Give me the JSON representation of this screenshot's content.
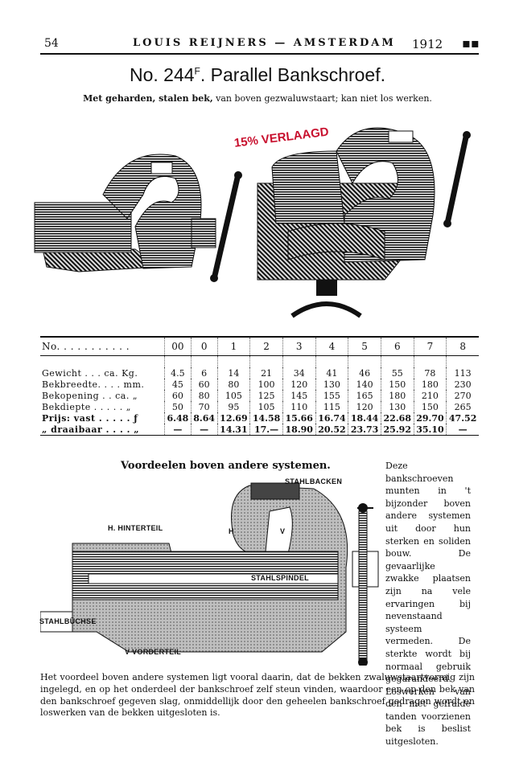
{
  "header": {
    "page_number": "54",
    "publisher": "LOUIS REIJNERS — AMSTERDAM",
    "year": "1912",
    "mark": "▪▪"
  },
  "product": {
    "number": "No. 244",
    "suffix": "F",
    "name": ". Parallel Bankschroef.",
    "subtitle_bold": "Met geharden, stalen bek,",
    "subtitle_rest": " van boven gezwaluwstaart; kan niet los werken."
  },
  "stamp": "15% VERLAAGD",
  "spec_table": {
    "header_label": "No. . . . . . . . . . .",
    "sizes": [
      "00",
      "0",
      "1",
      "2",
      "3",
      "4",
      "5",
      "6",
      "7",
      "8"
    ],
    "rows": [
      {
        "label": "Gewicht . . . ca. Kg.",
        "values": [
          "4.5",
          "6",
          "14",
          "21",
          "34",
          "41",
          "46",
          "55",
          "78",
          "113"
        ],
        "bold": false
      },
      {
        "label": "Bekbreedte. . . . mm.",
        "values": [
          "45",
          "60",
          "80",
          "100",
          "120",
          "130",
          "140",
          "150",
          "180",
          "230"
        ],
        "bold": false
      },
      {
        "label": "Bekopening . . ca. „",
        "values": [
          "60",
          "80",
          "105",
          "125",
          "145",
          "155",
          "165",
          "180",
          "210",
          "270"
        ],
        "bold": false
      },
      {
        "label": "Bekdiepte . . . . . „",
        "values": [
          "50",
          "70",
          "95",
          "105",
          "110",
          "115",
          "120",
          "130",
          "150",
          "265"
        ],
        "bold": false
      },
      {
        "label": "Prijs: vast . . . . . ƒ",
        "values": [
          "6.48",
          "8.64",
          "12.69",
          "14.58",
          "15.66",
          "16.74",
          "18.44",
          "22.68",
          "29.70",
          "47.52"
        ],
        "bold": true
      },
      {
        "label": "„ draaibaar . . . . „",
        "values": [
          "—",
          "—",
          "14.31",
          "17.—",
          "18.90",
          "20.52",
          "23.73",
          "25.92",
          "35.10",
          "—"
        ],
        "bold": true
      }
    ]
  },
  "advantages": {
    "title": "Voordeelen boven andere systemen.",
    "side_text": "Deze bankschroeven munten in 't bijzonder boven andere systemen uit door hun sterken en soliden bouw. De gevaarlijke zwakke plaatsen zijn na vele ervaringen bij nevenstaand systeem vermeden. De sterkte wordt bij normaal gebruik gegarandeerd. Loswerken van den met gefraide tanden voorzienen bek is beslist uitgesloten.",
    "bottom_text": "Het voordeel boven andere systemen ligt vooral daarin, dat de bekken zwaluwstaartvormig zijn ingelegd, en op het onderdeel der bankschroef zelf steun vinden, waardoor een op den bek van den bankschroef gegeven slag, onmiddellijk door den geheelen bankschroef gedragen wordt en loswerken van de bekken uitgesloten is."
  },
  "diagram_labels": {
    "stahlbacken": "STAHLBACKEN",
    "hinterteil": "H. HINTERTEIL",
    "stahlspindel": "STAHLSPINDEL",
    "stahlbuchse": "STAHLBÜCHSE",
    "vorderteil": "V VORDERTEIL",
    "h_mark": "H",
    "v_mark": "V"
  }
}
